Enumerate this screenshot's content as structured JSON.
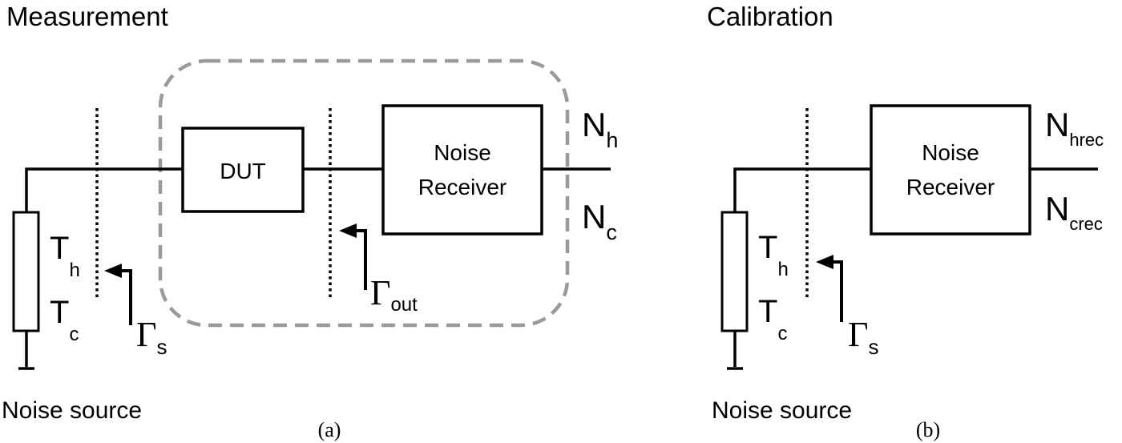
{
  "panel_a": {
    "title": "Measurement",
    "dut_label": "DUT",
    "receiver_line1": "Noise",
    "receiver_line2": "Receiver",
    "th_main": "T",
    "th_sub": "h",
    "tc_main": "T",
    "tc_sub": "c",
    "gamma_s_main": "Γ",
    "gamma_s_sub": "s",
    "gamma_out_main": "Γ",
    "gamma_out_sub": "out",
    "nh_main": "N",
    "nh_sub": "h",
    "nc_main": "N",
    "nc_sub": "c",
    "source_label": "Noise source",
    "caption": "(a)"
  },
  "panel_b": {
    "title": "Calibration",
    "receiver_line1": "Noise",
    "receiver_line2": "Receiver",
    "th_main": "T",
    "th_sub": "h",
    "tc_main": "T",
    "tc_sub": "c",
    "gamma_s_main": "Γ",
    "gamma_s_sub": "s",
    "nhrec_main": "N",
    "nhrec_sub": "hrec",
    "ncrec_main": "N",
    "ncrec_sub": "crec",
    "source_label": "Noise source",
    "caption": "(b)"
  }
}
